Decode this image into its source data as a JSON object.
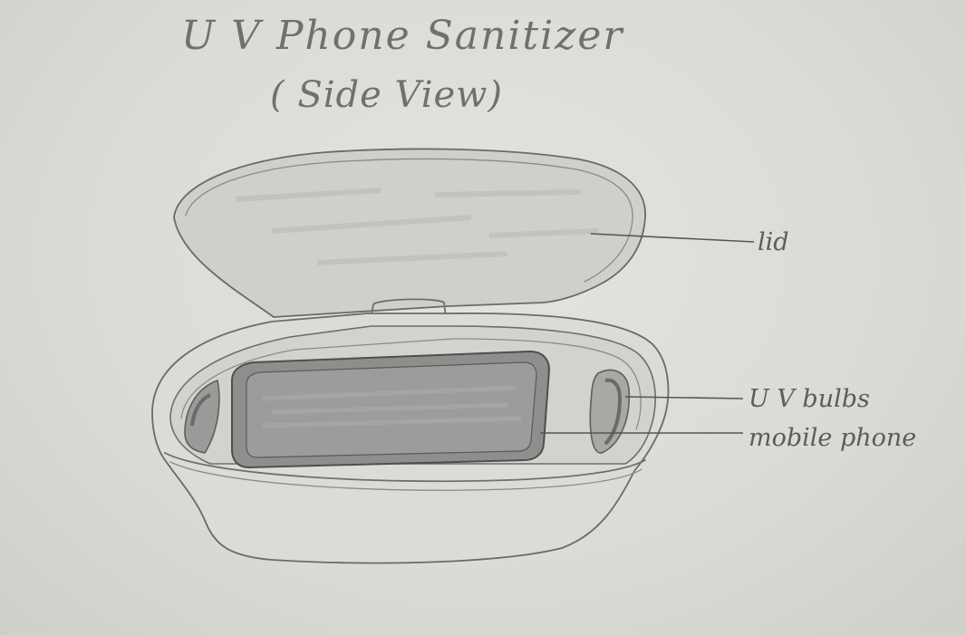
{
  "diagram": {
    "title": "U V Phone Sanitizer",
    "subtitle": "( Side View)",
    "labels": {
      "lid": "lid",
      "uv_bulbs": "U V bulbs",
      "mobile_phone": "mobile phone"
    }
  }
}
